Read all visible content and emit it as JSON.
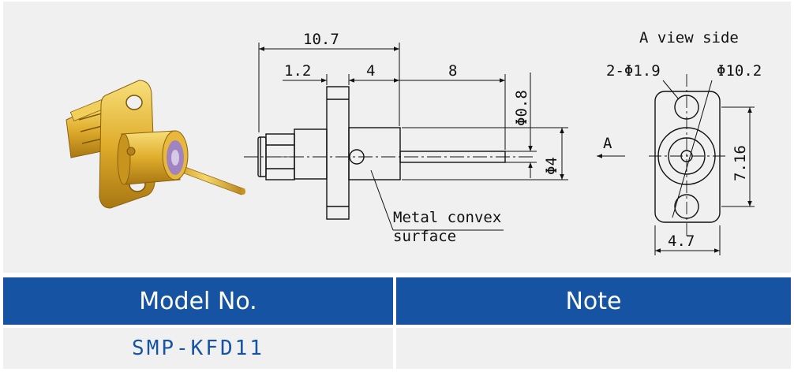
{
  "drawing": {
    "dimensions": {
      "overall_length": "10.7",
      "flange_offset": "1.2",
      "body_length": "4",
      "pin_length": "8",
      "pin_diameter": "Φ0.8",
      "body_diameter": "Φ4",
      "hole_spec": "2-Φ1.9",
      "flange_length": "Φ10.2",
      "hole_spacing": "7.16",
      "flange_width": "4.7"
    },
    "view_label": "A view side",
    "arrow_label": "A",
    "callout_line1": "Metal convex",
    "callout_line2": "surface"
  },
  "table": {
    "headers": [
      "Model No.",
      "Note"
    ],
    "rows": [
      {
        "model": "SMP-KFD11",
        "note": ""
      }
    ]
  },
  "colors": {
    "header_bg": "#1653a3",
    "model_text": "#1653a3",
    "gold": "#d9a826"
  }
}
